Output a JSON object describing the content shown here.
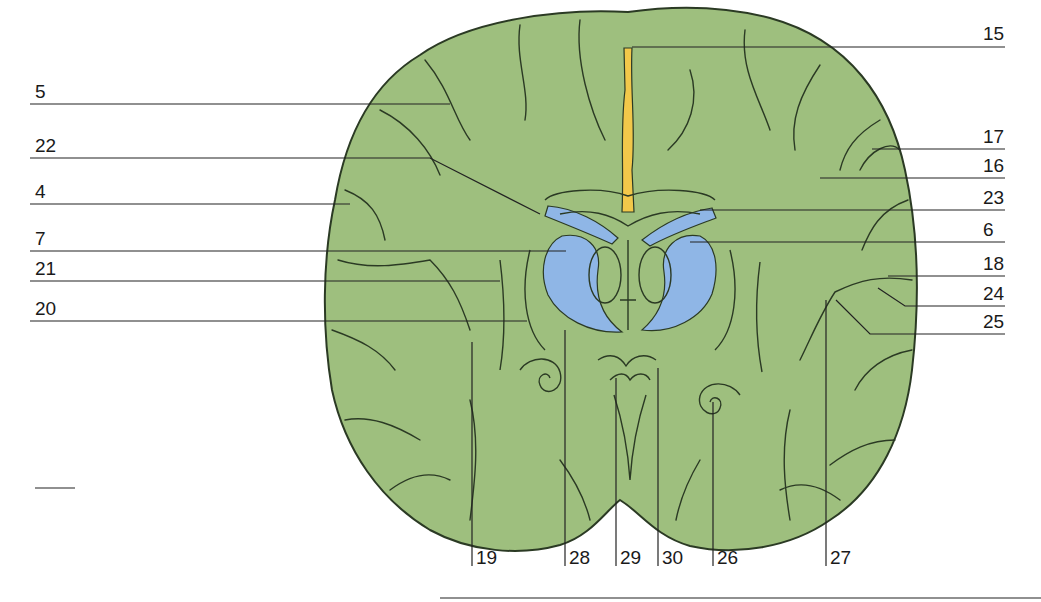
{
  "diagram": {
    "labels": [
      "15",
      "5",
      "17",
      "22",
      "16",
      "4",
      "23",
      "7",
      "6",
      "21",
      "18",
      "24",
      "20",
      "25",
      "19",
      "28",
      "29",
      "30",
      "26",
      "27"
    ]
  }
}
